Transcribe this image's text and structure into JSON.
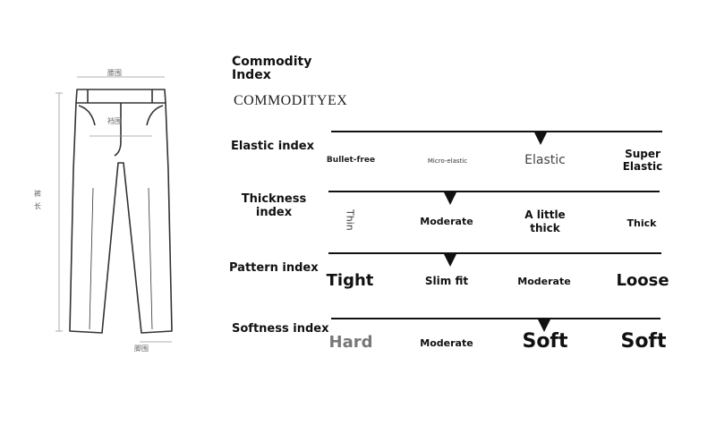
{
  "diagram": {
    "waist_label": "腰围",
    "rise_label": "裆围",
    "length_label": "裤长",
    "hem_label": "脚围"
  },
  "title": "Commodity Index",
  "subtitle": "COMMODITYEX",
  "rows": [
    {
      "label": "Elastic index",
      "options": [
        "Bullet-free",
        "Micro-elastic",
        "Elastic",
        "Super Elastic"
      ],
      "selected": "Elastic"
    },
    {
      "label": "Thickness index",
      "options": [
        "Thin",
        "Moderate",
        "A little thick",
        "Thick"
      ],
      "selected": "Moderate"
    },
    {
      "label": "Pattern index",
      "options": [
        "Tight",
        "Slim fit",
        "Moderate",
        "Loose"
      ],
      "selected": "Slim fit"
    },
    {
      "label": "Softness index",
      "options": [
        "Hard",
        "Moderate",
        "Soft",
        "Soft"
      ],
      "selected": "Soft"
    }
  ]
}
